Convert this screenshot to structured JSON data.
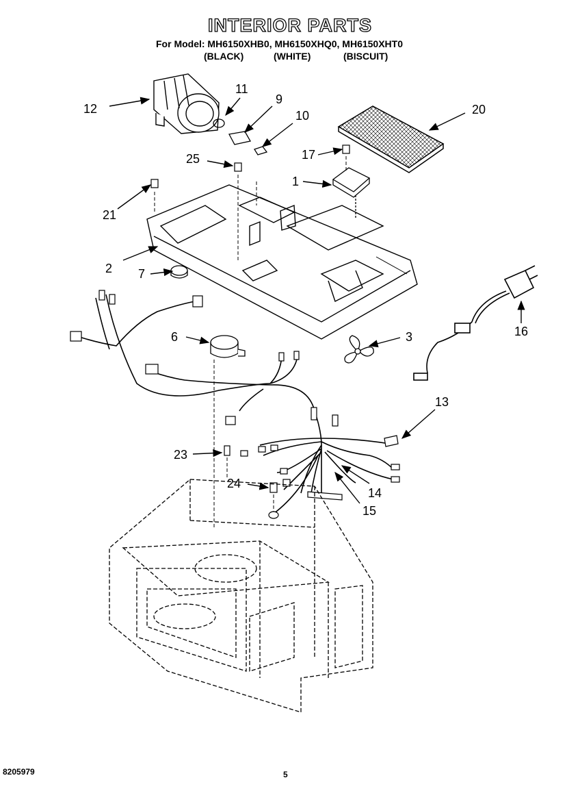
{
  "header": {
    "title": "INTERIOR PARTS",
    "models_line": "For Model: MH6150XHB0, MH6150XHQ0, MH6150XHT0",
    "colors": [
      "(BLACK)",
      "(WHITE)",
      "(BISCUIT)"
    ]
  },
  "callouts": {
    "c1": "1",
    "c2": "2",
    "c3": "3",
    "c6": "6",
    "c7": "7",
    "c9": "9",
    "c10": "10",
    "c11": "11",
    "c12": "12",
    "c13": "13",
    "c14": "14",
    "c15": "15",
    "c16": "16",
    "c17": "17",
    "c20": "20",
    "c21": "21",
    "c23": "23",
    "c24": "24",
    "c25": "25"
  },
  "footer": {
    "doc_number": "8205979",
    "page_number": "5"
  }
}
